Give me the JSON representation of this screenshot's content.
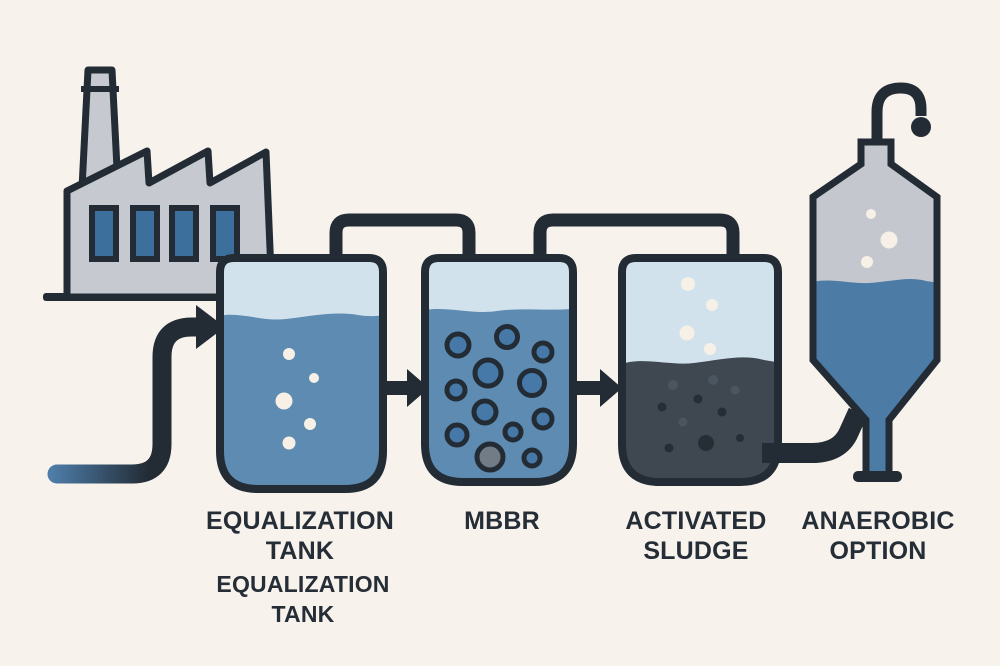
{
  "colors": {
    "background": "#f7f2ec",
    "outline": "#232c35",
    "factory-gray": "#c6cad0",
    "window-blue": "#3c6f9c",
    "headspace-blue": "#d2e2ec",
    "water-blue": "#5e8bb2",
    "media-blue": "#4679a8",
    "media-gray": "#727c87",
    "sludge-gray": "#3f4851",
    "dot-dark": "#262d35",
    "dot-light": "#4b555f",
    "bubble-cream": "#f6f0e6",
    "vessel-gray": "#c4c8ce",
    "vessel-blue": "#4c7ca6",
    "pipe-inlet-blue": "#4d7ca8",
    "label-text": "#252d37"
  },
  "labels": {
    "equalization_tank": {
      "line1": "EQUALIZATION",
      "line2": "TANK"
    },
    "equalization_tank_secondary": {
      "line1": "EQUALIZATION",
      "line2": "TANK"
    },
    "mbbr": {
      "line1": "MBBR"
    },
    "activated_sludge": {
      "line1": "ACTIVATED",
      "line2": "SLUDGE"
    },
    "anaerobic_option": {
      "line1": "ANAEROBIC",
      "line2": "OPTION"
    }
  }
}
